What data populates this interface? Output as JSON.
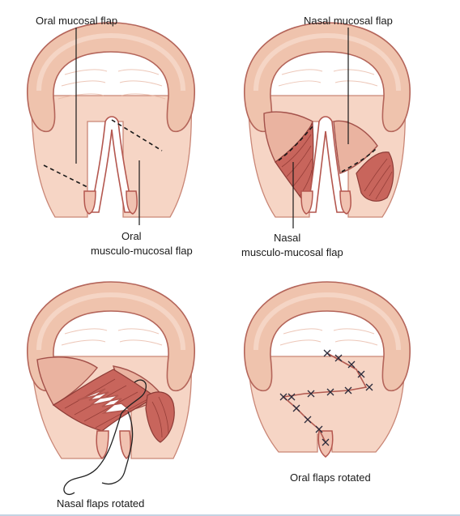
{
  "labels": {
    "oral_mucosal_flap": "Oral mucosal flap",
    "nasal_mucosal_flap": "Nasal mucosal flap",
    "oral_musculo_line1": "Oral",
    "oral_musculo_line2": "musculo-mucosal flap",
    "nasal_musculo_line1": "Nasal",
    "nasal_musculo_line2": "musculo-mucosal flap",
    "nasal_flaps_rotated": "Nasal flaps rotated",
    "oral_flaps_rotated": "Oral flaps rotated"
  }
}
